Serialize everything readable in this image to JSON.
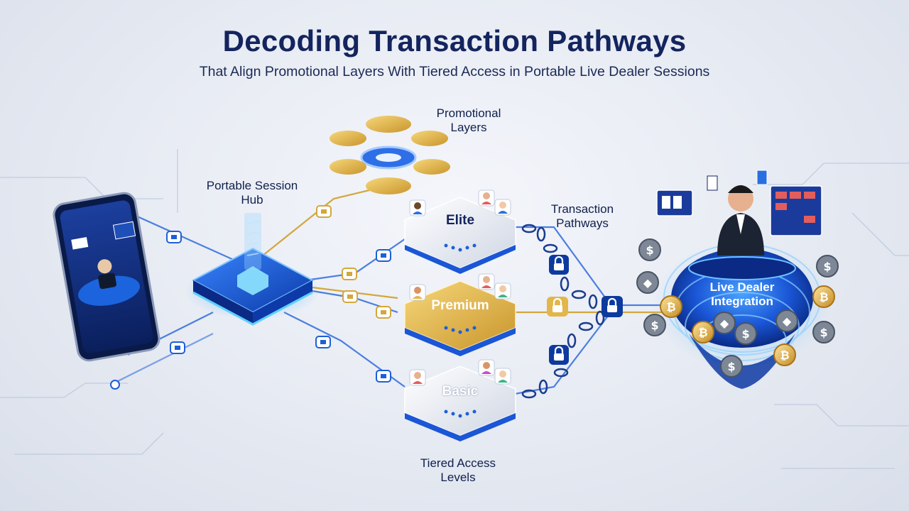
{
  "header": {
    "title": "Decoding Transaction Pathways",
    "subtitle": "That Align Promotional Layers With Tiered Access in Portable Live Dealer Sessions"
  },
  "labels": {
    "promotional": "Promotional Layers",
    "hub": "Portable Session Hub",
    "pathways": "Transaction Pathways",
    "tiered": "Tiered Access Levels",
    "live": "Live Dealer Integration"
  },
  "tiers": [
    {
      "label": "Elite",
      "color": "#e9edf5"
    },
    {
      "label": "Premium",
      "color": "#e2b64a"
    },
    {
      "label": "Basic",
      "color": "#e9edf5"
    }
  ],
  "colors": {
    "accent": "#1e5fd8",
    "gold": "#d9a93a",
    "navy": "#14245e"
  },
  "coins": [
    "dollar",
    "ethereum",
    "bitcoin",
    "dollar",
    "bitcoin",
    "ethereum",
    "dollar",
    "bitcoin",
    "dollar",
    "bitcoin",
    "dollar",
    "ethereum",
    "dollar"
  ]
}
